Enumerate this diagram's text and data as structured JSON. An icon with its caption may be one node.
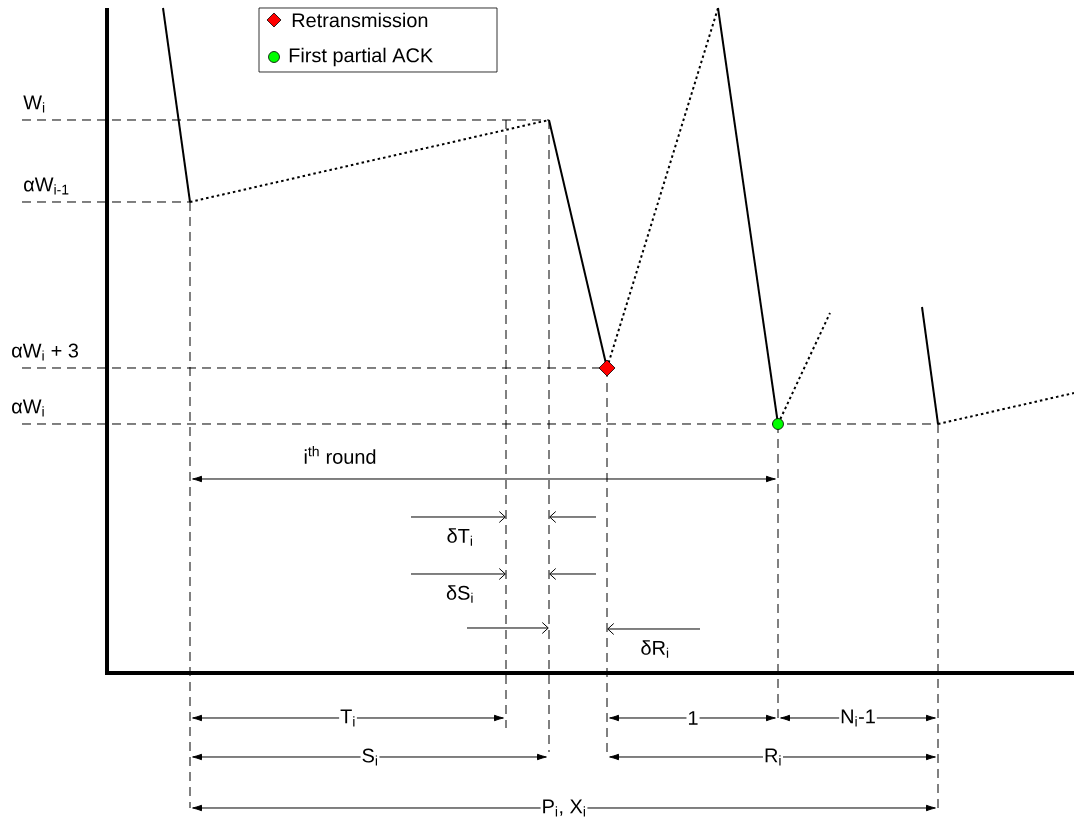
{
  "diagram": {
    "labels": [
      "W$_{i}$",
      "αW$_{i-1}$",
      "αW$_{i}$ + 3",
      "αW$_{i}$",
      "i$^{th}$ round",
      "δT$_{i}$",
      "δS$_{i}$",
      "δR$_{i}$",
      "T$_{i}$",
      "1",
      "N$_{i}$-1",
      "S$_{i}$",
      "R$_{i}$",
      "P$_{i}$, X$_{i}$"
    ],
    "legend": [
      {
        "text": "Retransmission"
      },
      {
        "text": "First partial ACK"
      }
    ]
  }
}
